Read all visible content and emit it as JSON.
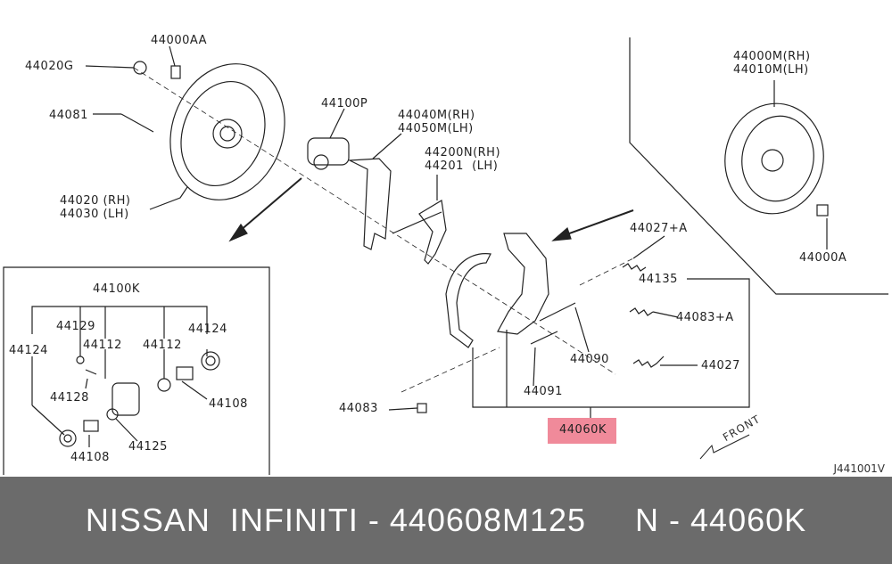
{
  "labels": {
    "l44000AA": "44000AA",
    "l44020G": "44020G",
    "l44081": "44081",
    "l44020": "44020 (RH)",
    "l44030": "44030 (LH)",
    "l44100P": "44100P",
    "l44040M": "44040M(RH)",
    "l44050M": "44050M(LH)",
    "l44200N": "44200N(RH)",
    "l44201": "44201  (LH)",
    "l44000M": "44000M(RH)",
    "l44010M": "44010M(LH)",
    "l44000A": "44000A",
    "l44027A": "44027+A",
    "l44135": "44135",
    "l44083A": "44083+A",
    "l44090": "44090",
    "l44027": "44027",
    "l44091": "44091",
    "l44083": "44083",
    "l44060K": "44060K",
    "l44100K": "44100K",
    "l44129": "44129",
    "l44124a": "44124",
    "l44112a": "44112",
    "l44112b": "44112",
    "l44124b": "44124",
    "l44128": "44128",
    "l44108a": "44108",
    "l44125": "44125",
    "l44108b": "44108"
  },
  "front_label": "FRONT",
  "diagram_code": "J441001V",
  "banner": "NISSAN  INFINITI - 440608M125     N - 44060K",
  "colors": {
    "highlight": "#f08a9a",
    "banner": "#6b6b6b"
  }
}
